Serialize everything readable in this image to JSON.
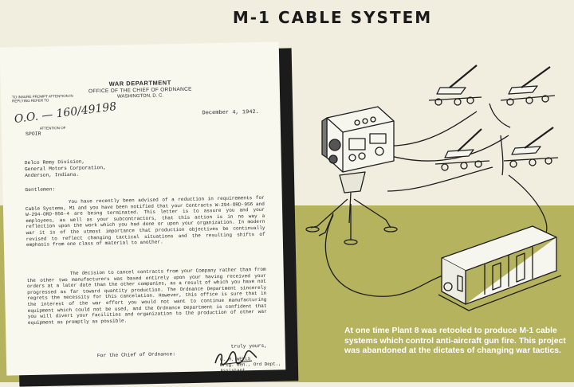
{
  "page": {
    "title": "M-1 CABLE SYSTEM",
    "caption": "At one time Plant 8 was retooled to produce M-1 cable systems which control anti-aircraft gun fire. This project was abandoned at the dictates of changing war tactics."
  },
  "letter": {
    "letterhead_1": "WAR DEPARTMENT",
    "letterhead_2": "OFFICE OF THE CHIEF OF ORDNANCE",
    "letterhead_3": "WASHINGTON, D. C.",
    "reference_note": "TO INSURE PROMPT ATTENTION IN REPLYING REFER TO",
    "handwritten_ref": "O.O. — 160/49198",
    "attention_label": "ATTENTION OF",
    "attention_value": "SPOIR",
    "date": "December 4, 1942.",
    "address_1": "Delco Remy Division,",
    "address_2": "General Motors Corporation,",
    "address_3": "Anderson, Indiana.",
    "salutation": "Gentlemen:",
    "paragraph_1": "You have recently been advised of a reduction in requirements for Cable Systems, M1 and you have been notified that your Contracts W-294-ORD-956 and W-294-ORD-956-4 are being terminated. This letter is to assure you and your employees, as well as your subcontractors, that this action is in no way a reflection upon the work which you had done or upon your organization. In modern war it is of the utmost importance that production objectives be continually revised to reflect changing tactical situations and the resulting shifts of emphasis from one class of material to another.",
    "paragraph_2": "The decision to cancel contracts from your Company rather than from the other two manufacturers was based entirely upon your having received your orders at a later date than the other companies, as a result of which you have not progressed as far toward quantity production. The Ordnance Department sincerely regrets the necessity for this cancelation. However, this office is sure that in the interest of the war effort you would not want to continue manufacturing equipment which could not be used, and the Ordnance Department is confident that you will divert your facilities and organization to the production of other war equipment as promptly as possible.",
    "closing_for": "For the Chief of Ordnance:",
    "closing_truly": "truly yours,",
    "signer_1": "G. M. WELLS",
    "signer_2": "Brig. Gen., Ord Dept.,",
    "signer_3": "Assistant"
  },
  "colors": {
    "background": "#f1eedf",
    "band": "#b6b35f",
    "caption_text": "#ffffff"
  }
}
